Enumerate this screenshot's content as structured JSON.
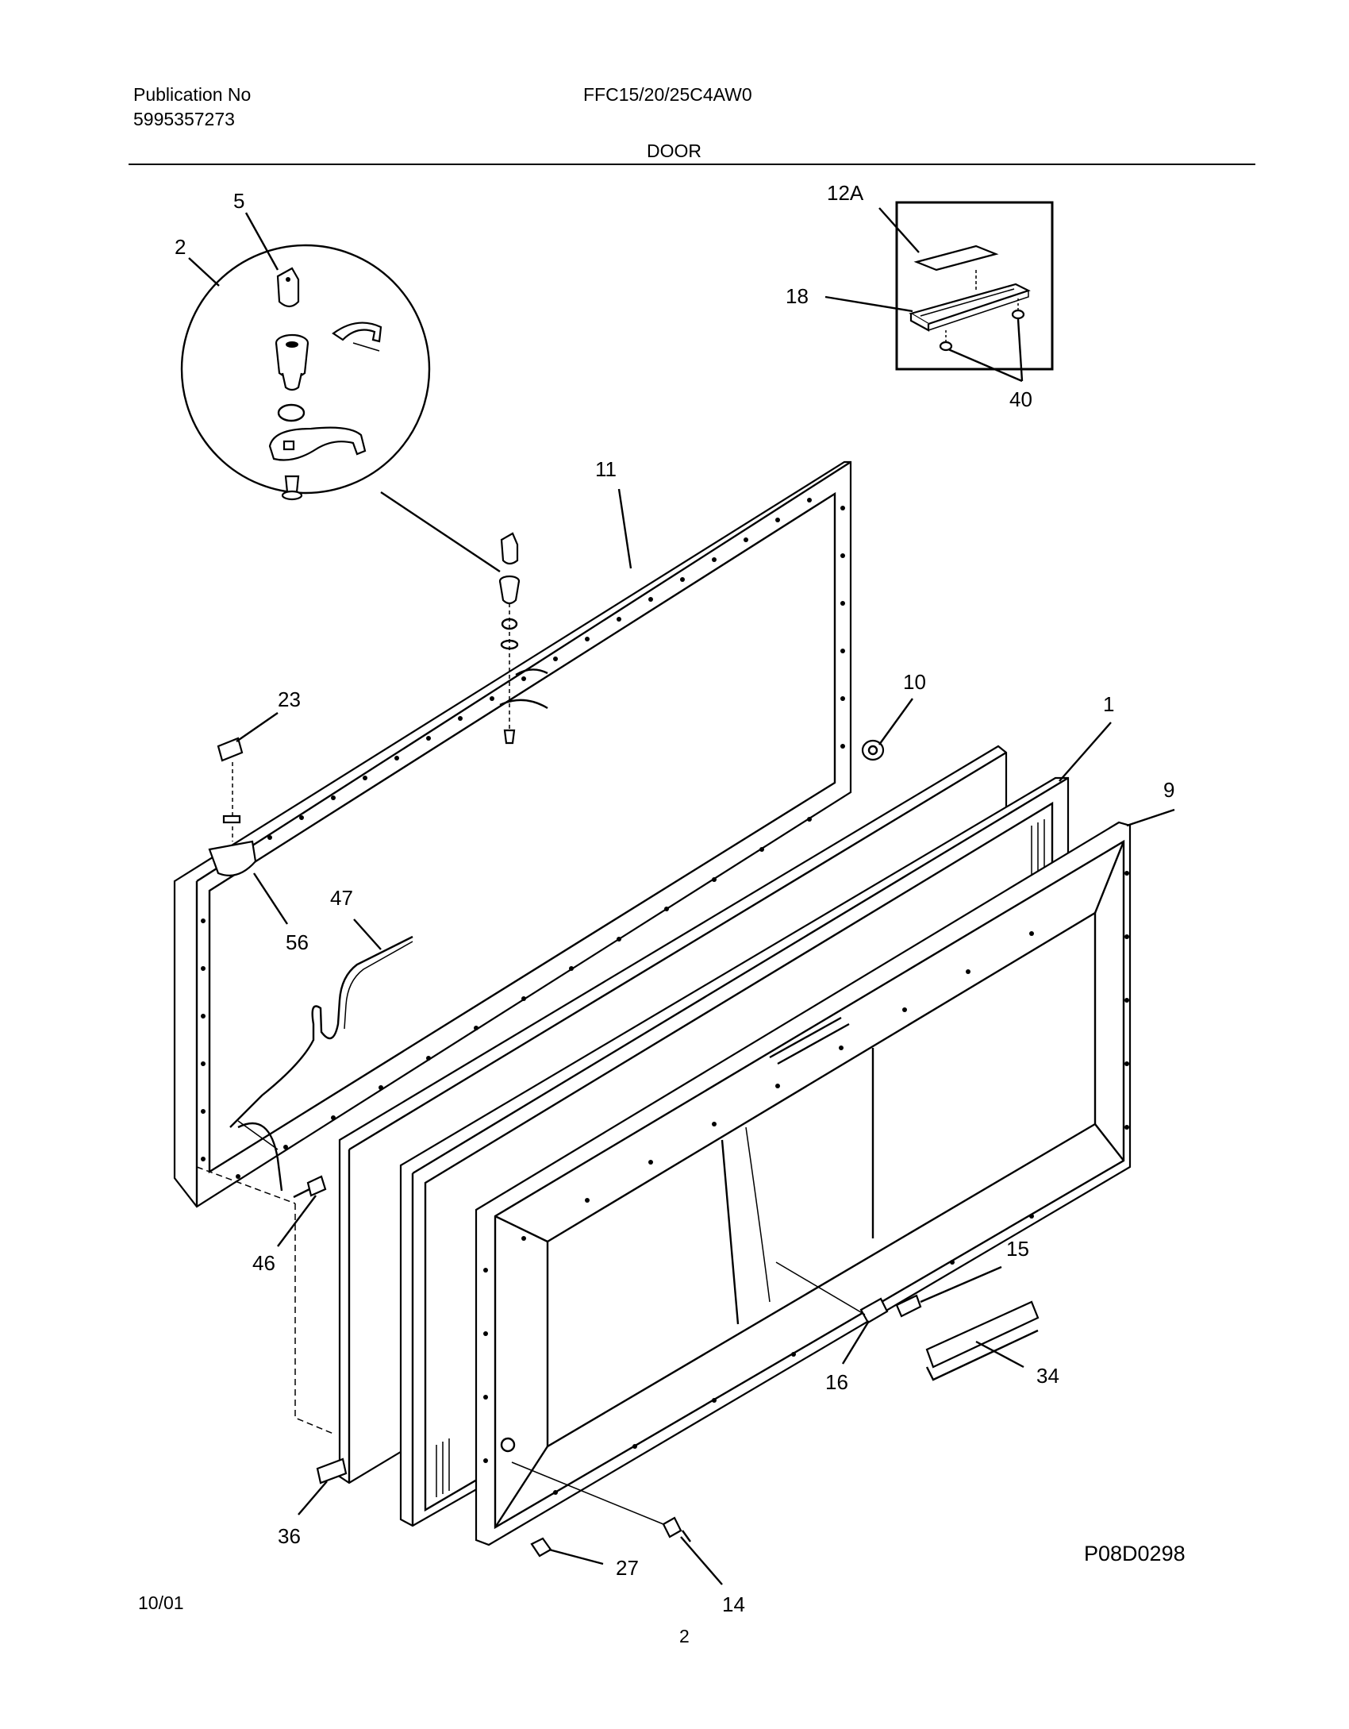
{
  "header": {
    "publication_label": "Publication No",
    "publication_number": "5995357273",
    "model": "FFC15/20/25C4AW0",
    "section": "DOOR"
  },
  "footer": {
    "date": "10/01",
    "page": "2",
    "drawing_id": "P08D0298"
  },
  "callouts": [
    "5",
    "2",
    "12A",
    "18",
    "40",
    "11",
    "10",
    "1",
    "9",
    "23",
    "56",
    "47",
    "46",
    "15",
    "16",
    "34",
    "36",
    "27",
    "14"
  ]
}
